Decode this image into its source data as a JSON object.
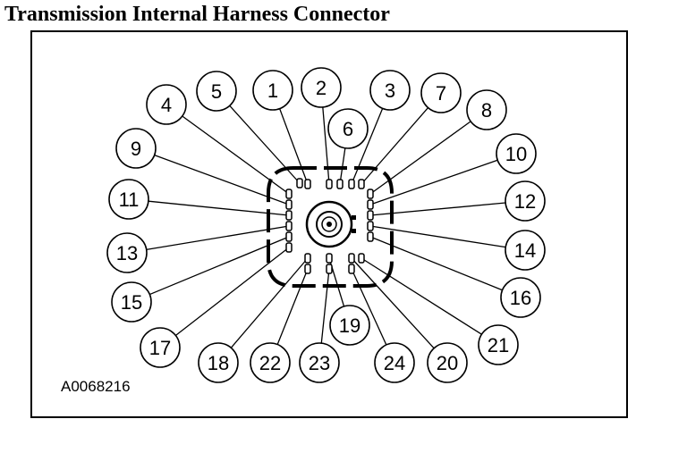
{
  "title": "Transmission Internal Harness Connector",
  "figure_id": "A0068216",
  "pins": [
    "1",
    "2",
    "3",
    "4",
    "5",
    "6",
    "7",
    "8",
    "9",
    "10",
    "11",
    "12",
    "13",
    "14",
    "15",
    "16",
    "17",
    "18",
    "19",
    "20",
    "21",
    "22",
    "23",
    "24"
  ],
  "colors": {
    "ink": "#000000",
    "background": "#ffffff"
  }
}
